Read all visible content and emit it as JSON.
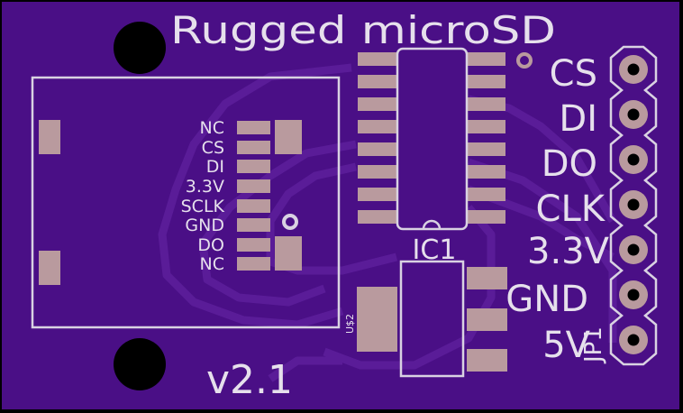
{
  "board": {
    "title": "Rugged microSD",
    "version": "v2.1",
    "colors": {
      "board": "#4a0f86",
      "trace": "#5a1c98",
      "silkscreen": "#e6e0ec",
      "pad": "#b99a9e",
      "hole": "#000000",
      "background": "#000000"
    }
  },
  "card_socket": {
    "pins": [
      "NC",
      "CS",
      "DI",
      "3.3V",
      "SCLK",
      "GND",
      "DO",
      "NC"
    ]
  },
  "ic1": {
    "label": "IC1"
  },
  "regulator": {
    "label": "U$2"
  },
  "header": {
    "label": "JP1",
    "pins": [
      "CS",
      "DI",
      "DO",
      "CLK",
      "3.3V",
      "GND",
      "5V"
    ]
  }
}
